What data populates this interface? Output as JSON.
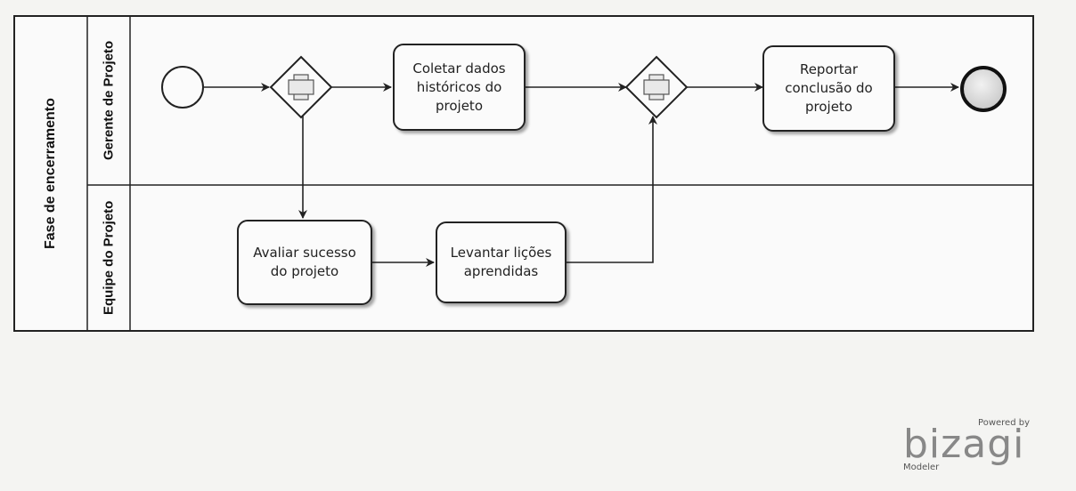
{
  "pool": {
    "label": "Fase de encerramento"
  },
  "lanes": [
    {
      "label": "Gerente de Projeto"
    },
    {
      "label": "Equipe do Projeto"
    }
  ],
  "tasks": {
    "coletar": "Coletar dados históricos do projeto",
    "reportar": "Reportar conclusão do projeto",
    "avaliar": "Avaliar sucesso do projeto",
    "levantar": "Levantar lições aprendidas"
  },
  "gateways": {
    "type": "parallel",
    "icon": "plus-icon"
  },
  "events": {
    "start": "start-event-circle",
    "end": "end-event-circle"
  },
  "branding": {
    "powered_by": "Powered by",
    "logo": "bizagi",
    "product": "Modeler"
  }
}
